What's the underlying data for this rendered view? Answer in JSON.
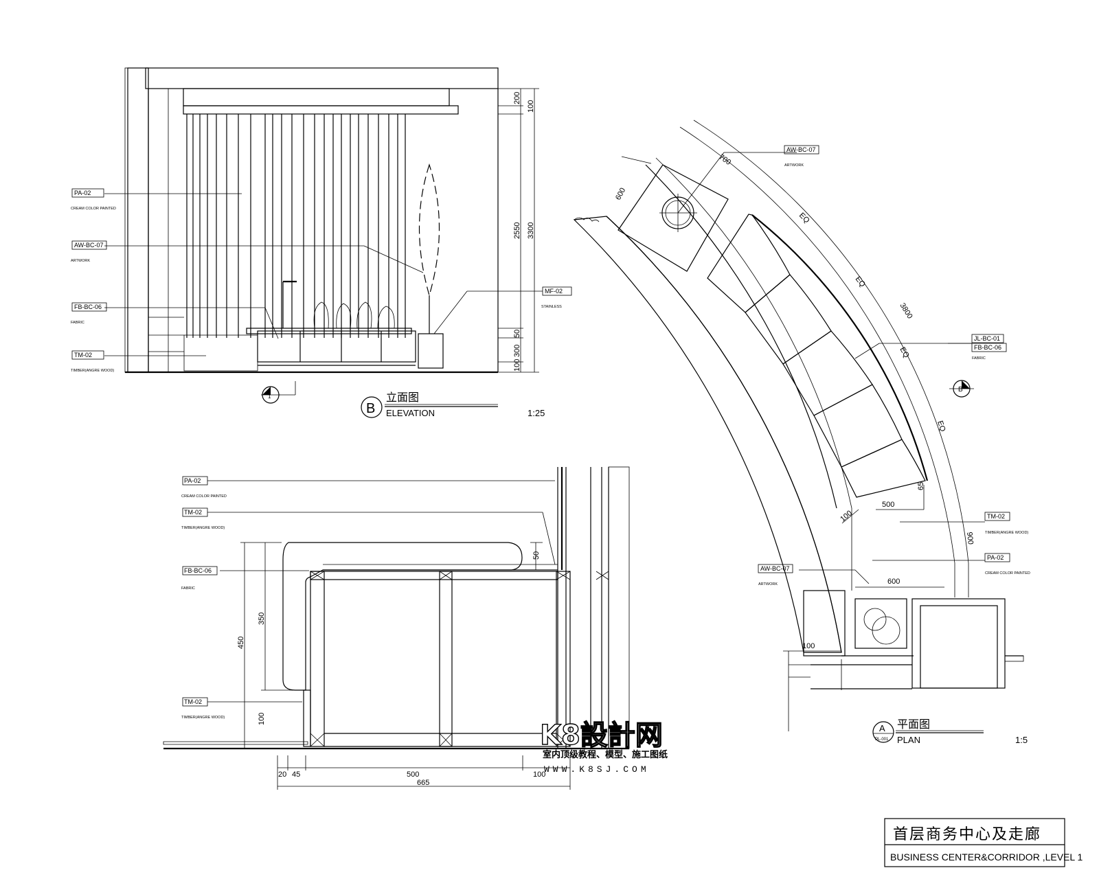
{
  "elevation": {
    "marker": "B",
    "title_cn": "立面图",
    "title_en": "ELEVATION",
    "scale": "1:25",
    "section_marker": "1",
    "tags": [
      {
        "code": "PA-02",
        "en": "CREAM COLOR PAINTED"
      },
      {
        "code": "AW-BC-07",
        "en": "ARTWORK"
      },
      {
        "code": "FB-BC-06",
        "en": "FABRIC"
      },
      {
        "code": "TM-02",
        "en": "TIMBER(ANGRE WOOD)"
      },
      {
        "code": "MF-02",
        "en": "STAINLESS"
      }
    ],
    "dims": [
      "200",
      "100",
      "2550",
      "3300",
      "50",
      "300",
      "100"
    ]
  },
  "section": {
    "tags": [
      {
        "code": "PA-02",
        "en": "CREAM COLOR PAINTED"
      },
      {
        "code": "TM-02",
        "en": "TIMBER(ANGRE WOOD)"
      },
      {
        "code": "FB-BC-06",
        "en": "FABRIC"
      },
      {
        "code": "TM-02",
        "en": "TIMBER(ANGRE WOOD)"
      }
    ],
    "dims": [
      "50",
      "350",
      "450",
      "100",
      "20",
      "45",
      "500",
      "100",
      "665"
    ]
  },
  "plan": {
    "marker": "A",
    "marker_sub": "PL-001",
    "title_cn": "平面图",
    "title_en": "PLAN",
    "scale": "1:5",
    "section_marker": "B",
    "tags": [
      {
        "code": "AW-BC-07",
        "en": "ARTWORK"
      },
      {
        "code": "JL-BC-01",
        "en": ""
      },
      {
        "code": "FB-BC-06",
        "en": "FABRIC"
      },
      {
        "code": "TM-02",
        "en": "TIMBER(ANGRE WOOD)"
      },
      {
        "code": "PA-02",
        "en": "CREAM COLOR PAINTED"
      },
      {
        "code": "AW-BC-07",
        "en": "ARTWORK"
      }
    ],
    "dims": [
      "700",
      "600",
      "EQ",
      "EQ",
      "3800",
      "EQ",
      "EQ",
      "500",
      "65",
      "100",
      "900",
      "600",
      "100"
    ]
  },
  "watermark": {
    "logo": "K8設計网",
    "tagline": "室内顶级教程、模型、施工图纸",
    "url": "WWW.K8SJ.COM"
  },
  "title_block": {
    "title_cn": "首层商务中心及走廊",
    "title_en": "BUSINESS CENTER&CORRIDOR ,LEVEL 1"
  }
}
